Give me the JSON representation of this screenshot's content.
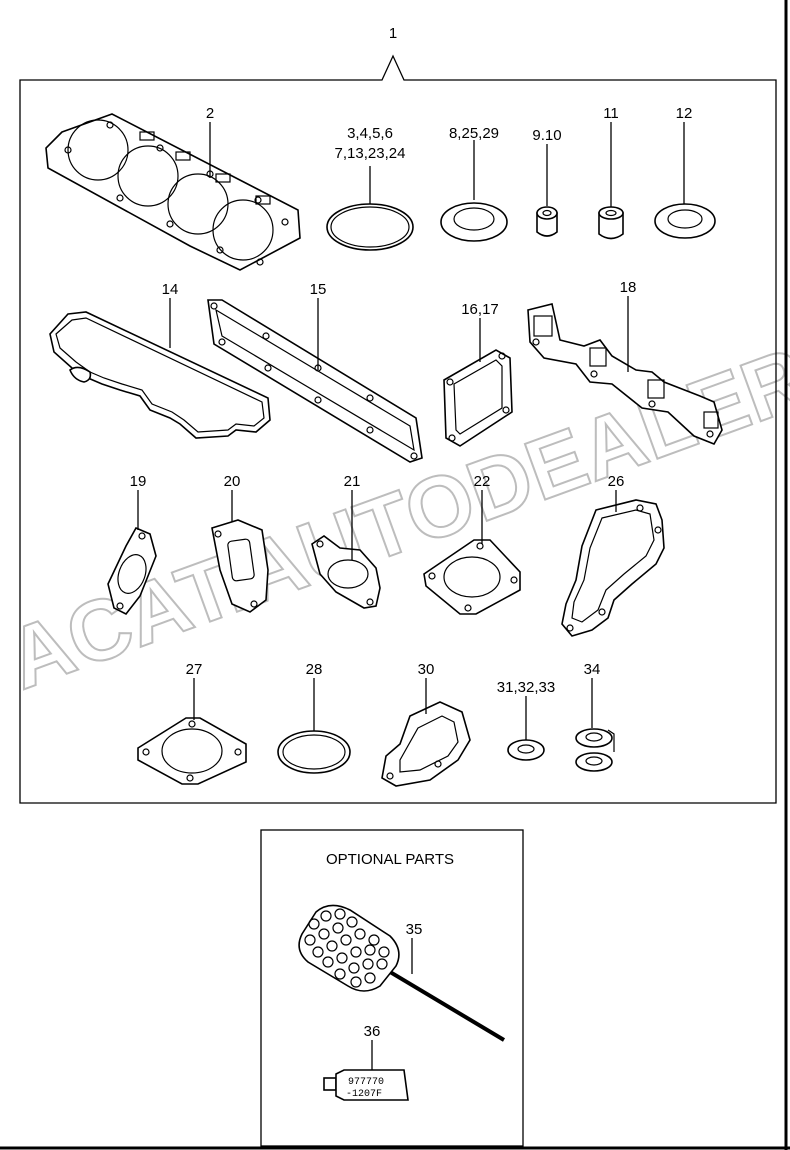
{
  "callouts": {
    "kit": "1",
    "c2": "2",
    "c3_line1": "3,4,5,6",
    "c3_line2": "7,13,23,24",
    "c8": "8,25,29",
    "c9": "9.10",
    "c11": "11",
    "c12": "12",
    "c14": "14",
    "c15": "15",
    "c16": "16,17",
    "c18": "18",
    "c19": "19",
    "c20": "20",
    "c21": "21",
    "c22": "22",
    "c26": "26",
    "c27": "27",
    "c28": "28",
    "c30": "30",
    "c31": "31,32,33",
    "c34": "34",
    "c35": "35",
    "c36": "36"
  },
  "optional": {
    "title": "OPTIONAL PARTS"
  },
  "tube": {
    "line1": "977770",
    "line2": "-1207F"
  },
  "watermark": "ACAT.AUTODEALER.RU"
}
